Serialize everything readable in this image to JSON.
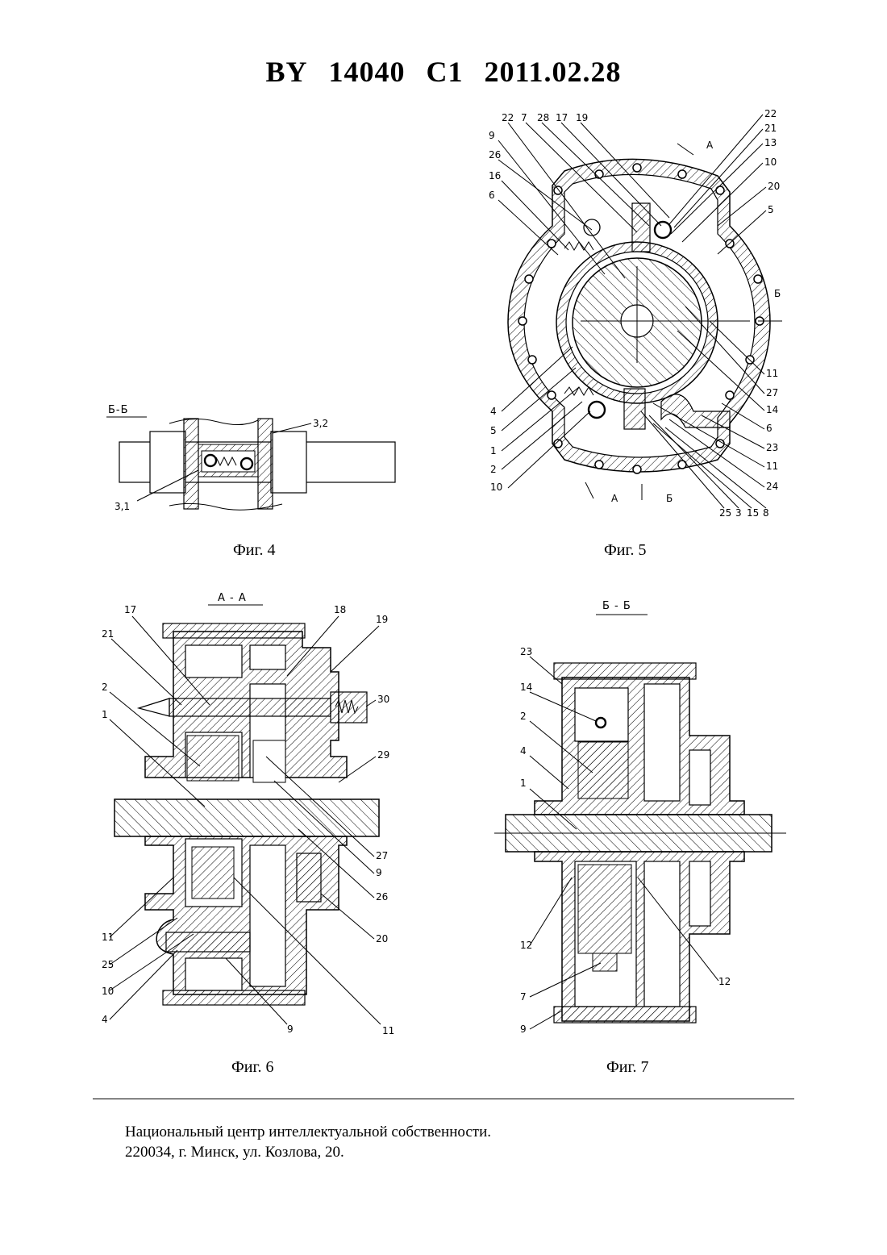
{
  "header": {
    "country": "BY",
    "number": "14040",
    "kind": "C1",
    "date": "2011.02.28"
  },
  "figures": [
    {
      "caption": "Фиг. 4",
      "section": "Б-Б",
      "labels": [
        "3,2",
        "3,1"
      ]
    },
    {
      "caption": "Фиг. 5",
      "labels_top": [
        "22",
        "7",
        "28",
        "17",
        "19",
        "9",
        "26",
        "16",
        "6"
      ],
      "labels_right": [
        "22",
        "21",
        "13",
        "10",
        "20",
        "5",
        "11",
        "27",
        "14",
        "6",
        "23",
        "11",
        "24"
      ],
      "labels_left": [
        "4",
        "5",
        "1",
        "2",
        "10"
      ],
      "labels_bottom": [
        "25",
        "3",
        "15",
        "8"
      ],
      "section_marks": [
        "А",
        "Б",
        "А",
        "Б"
      ]
    },
    {
      "caption": "Фиг. 6",
      "section": "А - А",
      "labels": [
        "17",
        "18",
        "19",
        "21",
        "2",
        "1",
        "30",
        "29",
        "27",
        "9",
        "26",
        "20",
        "11",
        "25",
        "10",
        "4",
        "9",
        "11"
      ]
    },
    {
      "caption": "Фиг. 7",
      "section": "Б - Б",
      "labels": [
        "23",
        "14",
        "2",
        "4",
        "1",
        "12",
        "12",
        "7",
        "9"
      ]
    }
  ],
  "footer": {
    "line1": "Национальный центр интеллектуальной собственности.",
    "line2": "220034, г. Минск, ул. Козлова, 20."
  }
}
